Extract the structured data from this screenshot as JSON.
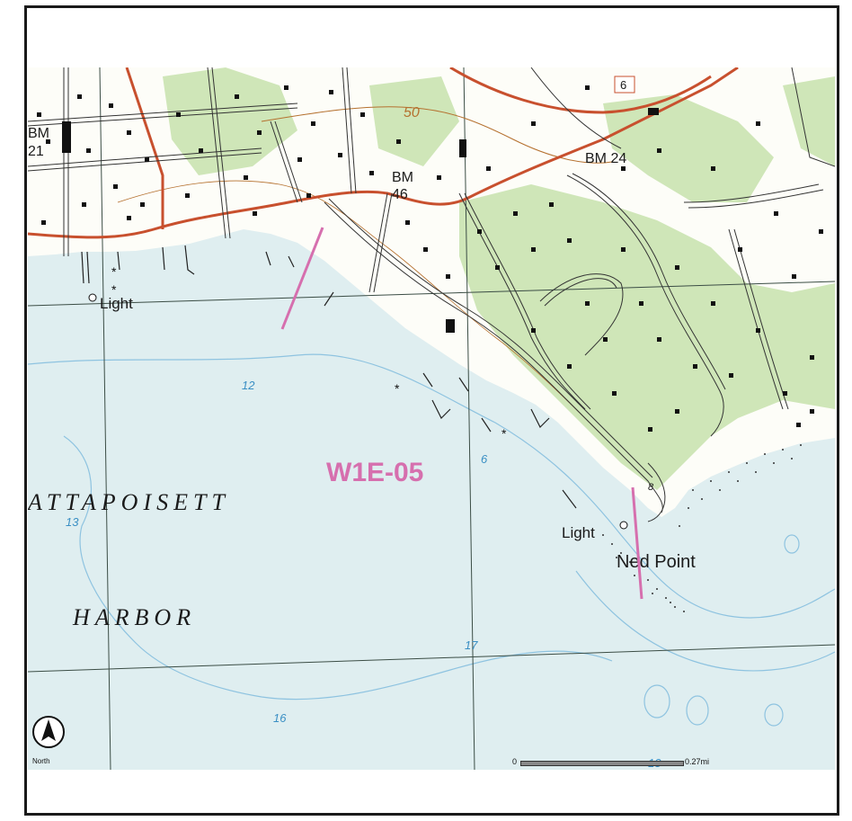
{
  "map": {
    "site_label": "W1E-05",
    "place_names": {
      "harbor_upper": "ATTAPOISETT",
      "harbor_lower": "HARBOR",
      "point": "Ned Point"
    },
    "feature_labels": {
      "light_west": "Light",
      "light_east": "Light",
      "bm_west_top": "BM",
      "bm_west_bottom": "21",
      "bm_center_top": "BM",
      "bm_center_bottom": "46",
      "bm_east": "BM 24",
      "contour": "50",
      "route": "6"
    },
    "depths": [
      "12",
      "6",
      "13",
      "17",
      "16",
      "13",
      "8"
    ],
    "north_label": "North",
    "scale": {
      "start": "0",
      "end": "0.27mi"
    },
    "colors": {
      "water": "#dfeef0",
      "land": "#fdfdf8",
      "woods": "#cfe6b8",
      "road_major": "#c8502e",
      "transect": "#d66fae",
      "site_label": "#d66fae",
      "depth_text": "#3a8fc4",
      "contour": "#b5702e"
    }
  }
}
